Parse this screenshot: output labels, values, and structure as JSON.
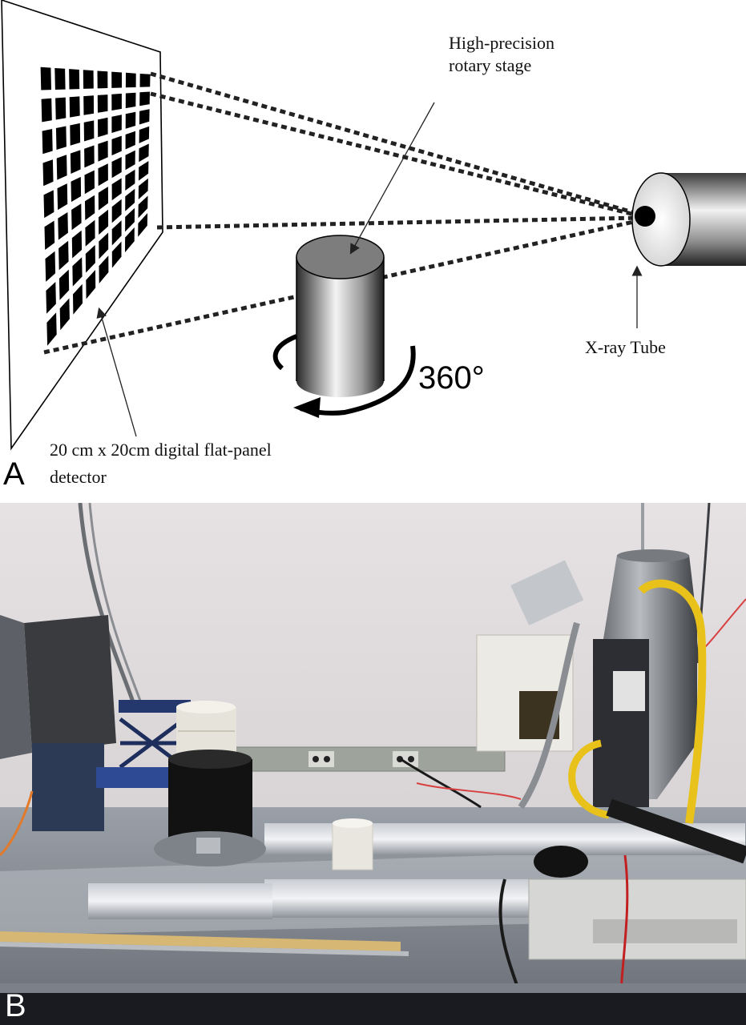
{
  "panel_a": {
    "letter": "A",
    "rotary_stage_label": "High-precision\nrotary stage",
    "xray_tube_label": "X-ray Tube",
    "detector_label_line1": "20 cm x 20cm digital flat-panel",
    "detector_label_line2": "detector",
    "rotation_label": "360°"
  },
  "panel_b": {
    "letter": "B"
  },
  "colors": {
    "beam": "#222222",
    "grid_cell": "#000000",
    "wall": "#d9d5d7",
    "table": "#8a8f98",
    "hose_yellow": "#e8c21a"
  }
}
